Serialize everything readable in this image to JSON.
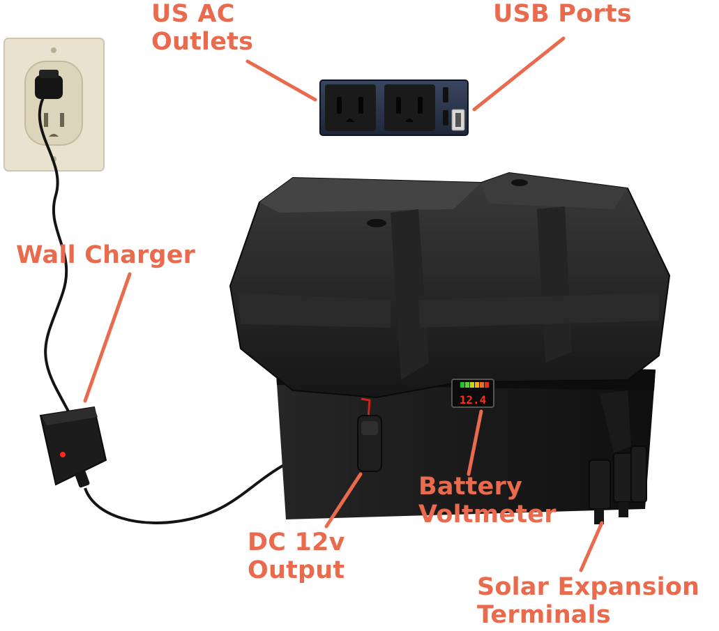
{
  "labels": {
    "ac_outlets": {
      "line1": "US AC",
      "line2": "Outlets"
    },
    "usb_ports": "USB Ports",
    "wall_charger": "Wall Charger",
    "dc_output": {
      "line1": "DC 12v",
      "line2": "Output"
    },
    "battery_voltmeter": {
      "line1": "Battery",
      "line2": "Voltmeter"
    },
    "solar_terminals": {
      "line1": "Solar Expansion",
      "line2": "Terminals"
    }
  },
  "voltmeter_display": "12.4",
  "colors": {
    "callout": "#ea6a4e",
    "background": "#ffffff",
    "box": "#1b1b1b",
    "outlet_panel": "#2b3346",
    "wall_plate": "#e9e2cf",
    "led_red": "#ff2a1a"
  }
}
